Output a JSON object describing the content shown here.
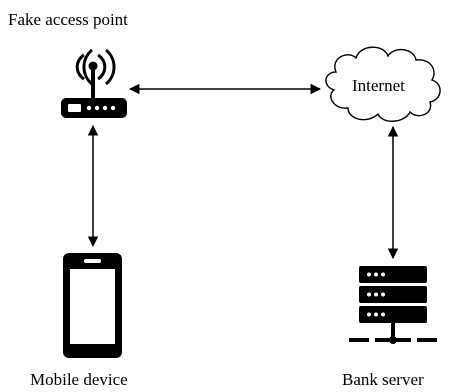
{
  "diagram": {
    "nodes": {
      "fake_ap": {
        "label": "Fake access point",
        "icon": "wifi-router-icon"
      },
      "internet": {
        "label": "Internet",
        "icon": "cloud-icon"
      },
      "mobile": {
        "label": "Mobile device",
        "icon": "smartphone-icon"
      },
      "bank": {
        "label": "Bank server",
        "icon": "server-rack-icon"
      }
    },
    "edges": [
      {
        "from": "fake_ap",
        "to": "internet",
        "type": "bidirectional"
      },
      {
        "from": "fake_ap",
        "to": "mobile",
        "type": "bidirectional"
      },
      {
        "from": "internet",
        "to": "bank",
        "type": "bidirectional"
      }
    ],
    "colors": {
      "stroke": "#000000",
      "fill": "#ffffff"
    }
  }
}
